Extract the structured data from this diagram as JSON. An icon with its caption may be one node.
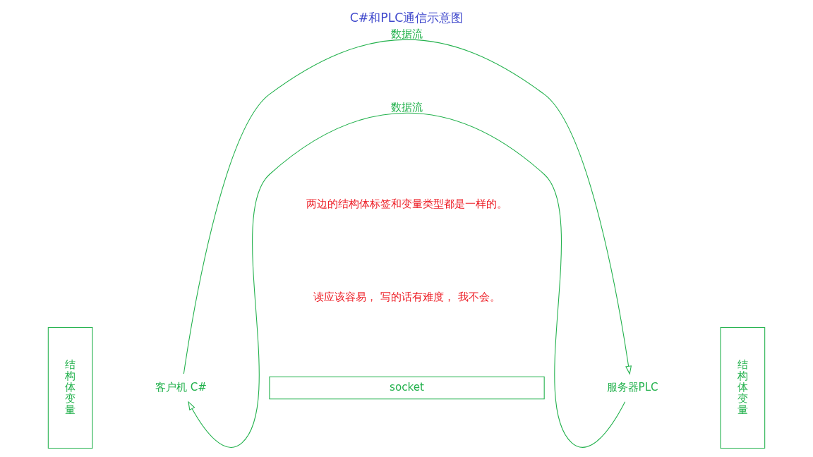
{
  "diagram": {
    "title": "C#和PLC通信示意图",
    "nodes": [
      {
        "text": [
          "结构体变量"
        ]
      },
      {
        "text": [
          "客户机 C#"
        ]
      },
      {
        "text": [
          "socket"
        ]
      },
      {
        "text": [
          "服务器PLC"
        ]
      },
      {
        "text": [
          "结构体变量"
        ]
      }
    ],
    "edges": [
      {
        "from": 3,
        "to": 1,
        "arrow": "to",
        "label": "数据流"
      },
      {
        "from": 1,
        "to": 3,
        "arrow": "to",
        "label": "数据流"
      }
    ],
    "labels": [
      "两边的结构体标签和变量类型都是一样的。",
      "读应该容易， 写的话有难度， 我不会。"
    ]
  }
}
